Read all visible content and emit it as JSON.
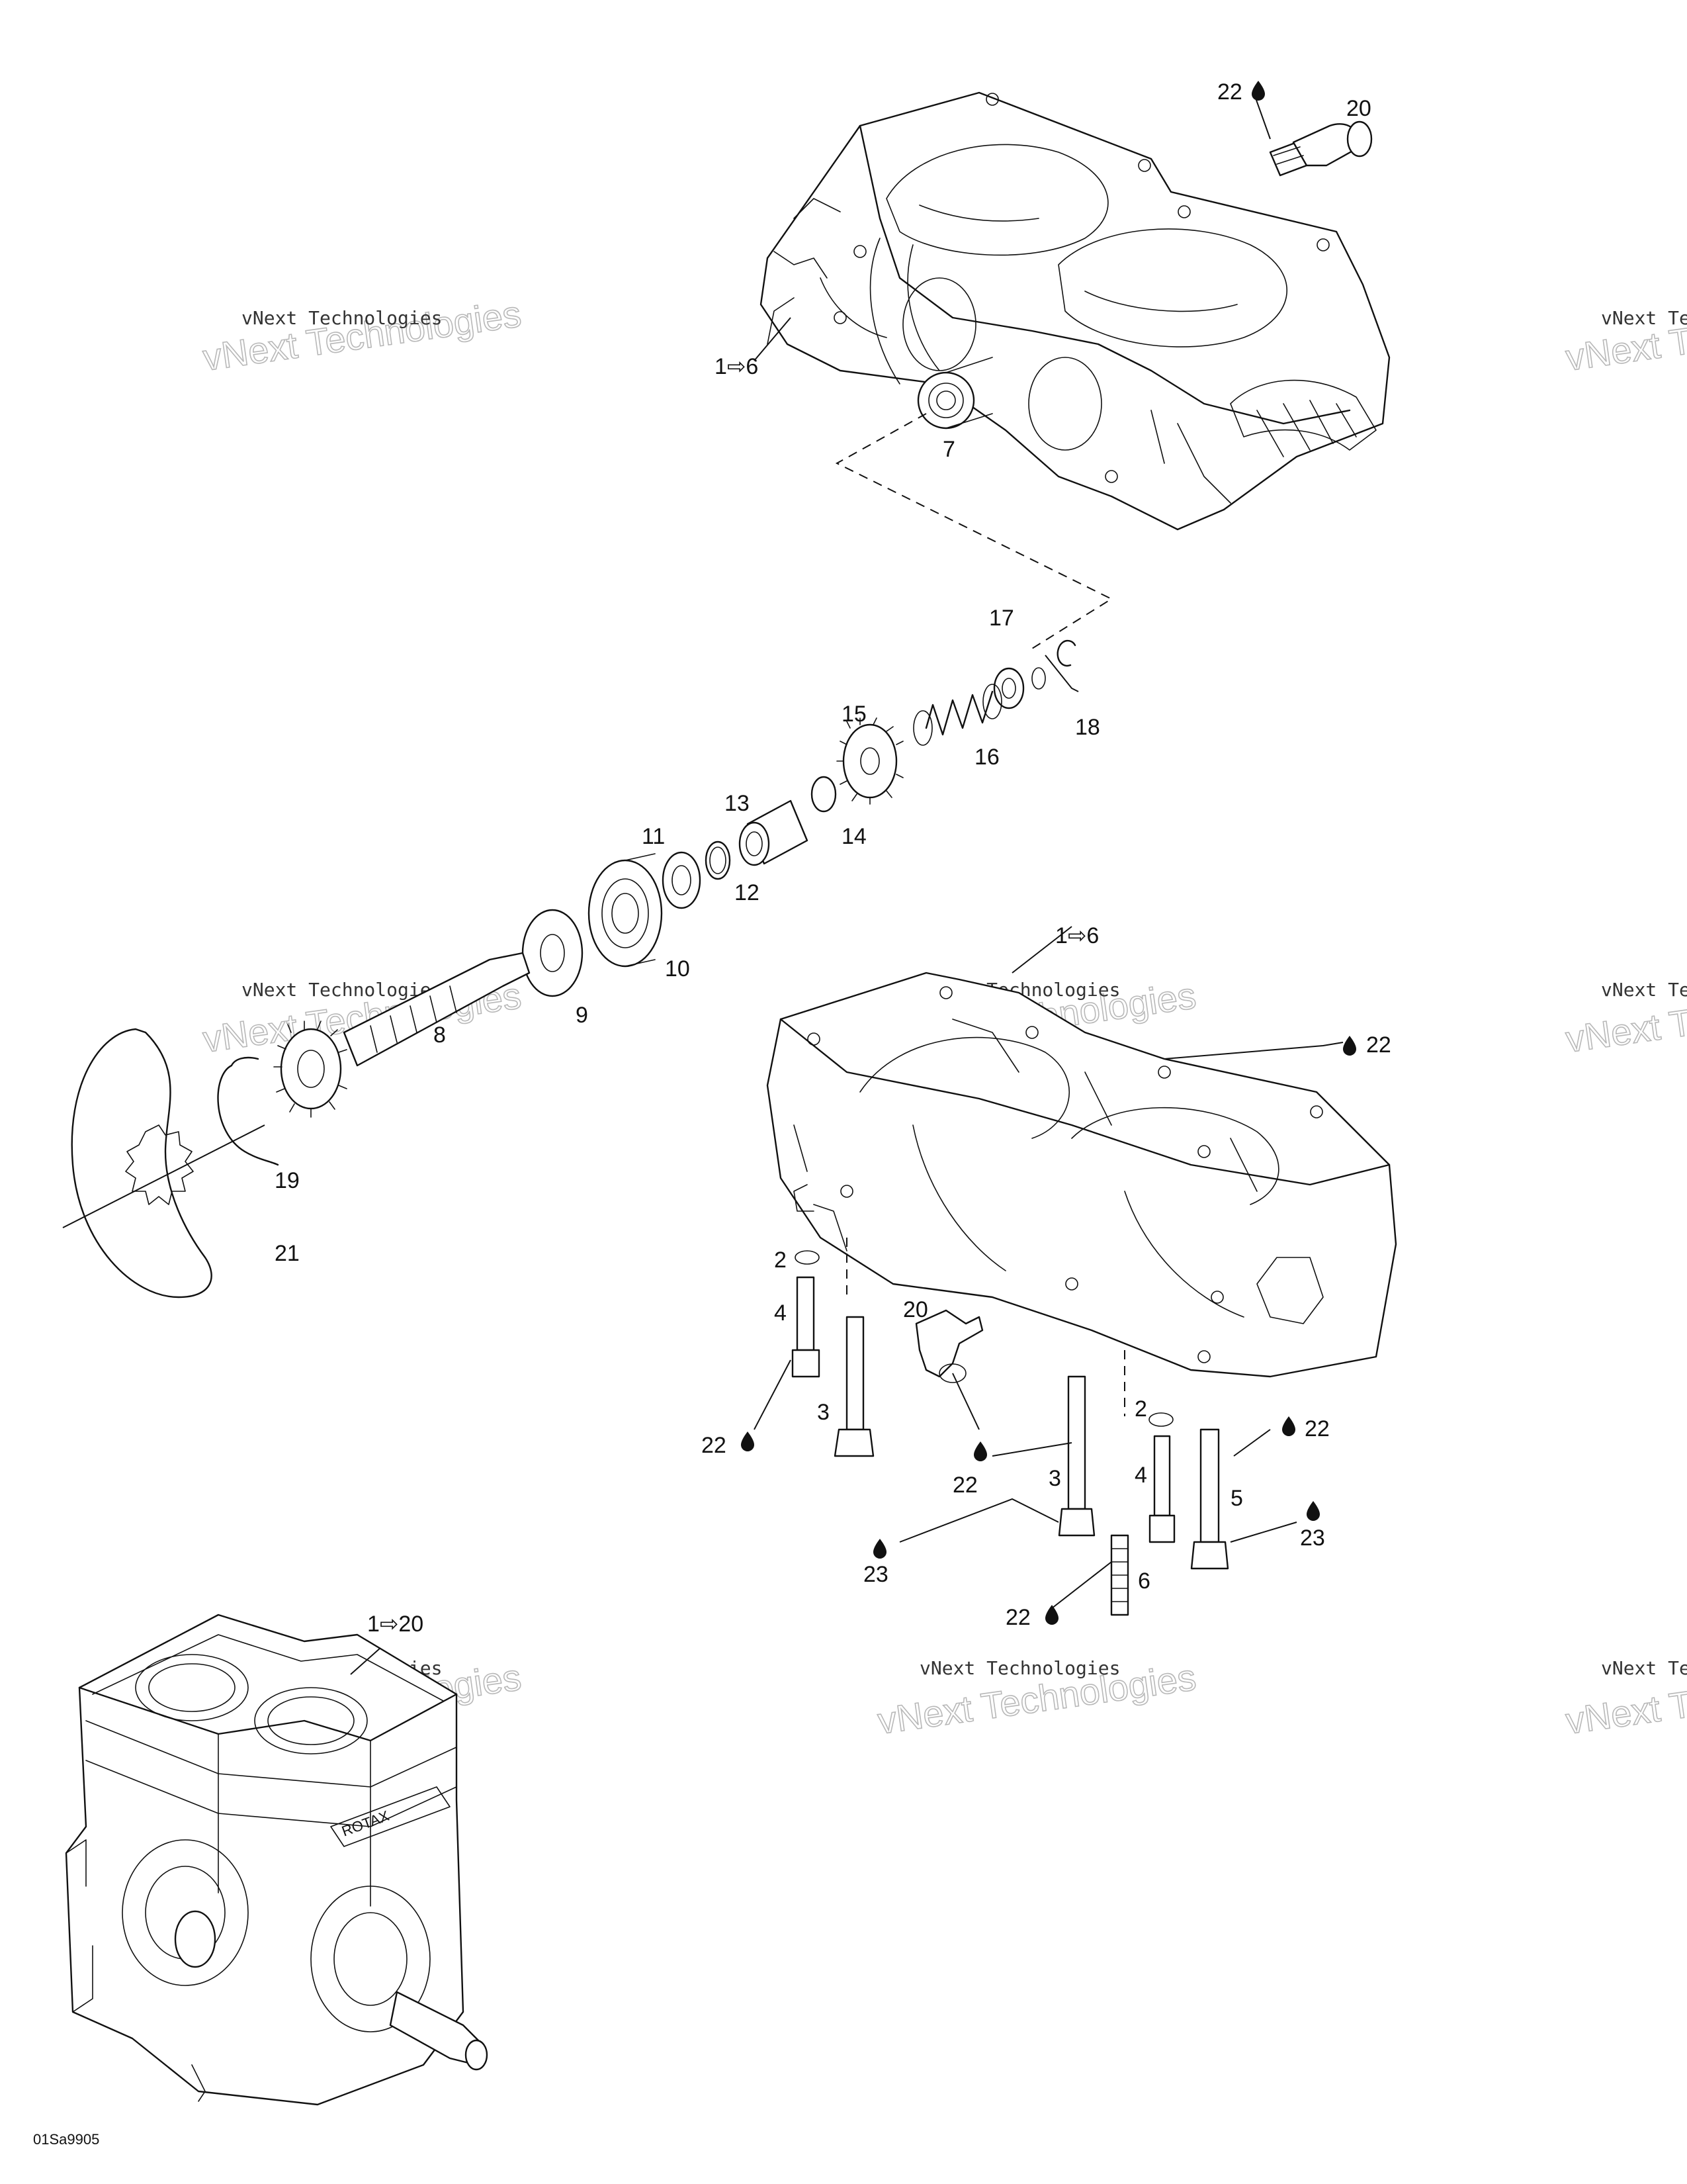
{
  "diagram": {
    "reference_code": "01Sa9905",
    "watermark_small": "vNext Technologies",
    "watermark_big": "vNext Technologies",
    "range_labels": {
      "upper_crankcase": "1⇨6",
      "lower_crankcase": "1⇨6",
      "engine_assembly": "1⇨20"
    },
    "callouts": {
      "n7": "7",
      "n8": "8",
      "n9": "9",
      "n10": "10",
      "n11": "11",
      "n12": "12",
      "n13": "13",
      "n14": "14",
      "n15": "15",
      "n16": "16",
      "n17": "17",
      "n18": "18",
      "n19": "19",
      "n20_top": "20",
      "n21": "21",
      "n22_top": "22",
      "n22_right": "22",
      "n2_left": "2",
      "n4_left": "4",
      "n20_lower": "20",
      "n22_left": "22",
      "n3_left": "3",
      "n22_mid": "22",
      "n3_mid": "3",
      "n2_right": "2",
      "n4_right": "4",
      "n22_right2": "22",
      "n5": "5",
      "n23_right": "23",
      "n23_left": "23",
      "n6": "6",
      "n22_bottom": "22"
    },
    "engine_brand": "ROTAX"
  }
}
